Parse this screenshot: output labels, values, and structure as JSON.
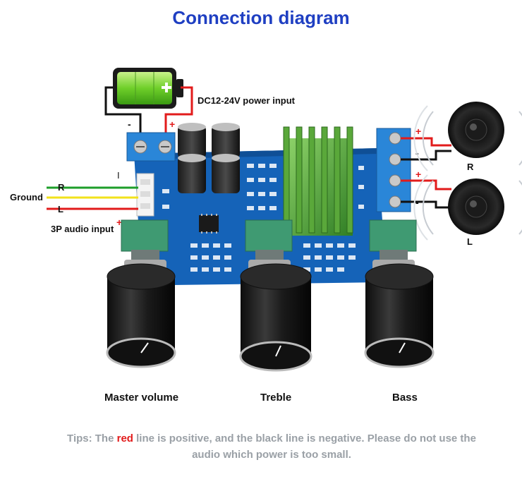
{
  "title": "Connection diagram",
  "power_label": "DC12-24V power input",
  "audio": {
    "right": "R",
    "ground": "Ground",
    "left": "L",
    "input_label": "3P audio input",
    "mark": "I"
  },
  "speakers": {
    "right": "R",
    "left": "L"
  },
  "polarity": {
    "plus": "+",
    "minus": "-"
  },
  "knobs": {
    "master": "Master volume",
    "treble": "Treble",
    "bass": "Bass"
  },
  "tips": {
    "prefix": "Tips: The ",
    "red_word": "red",
    "suffix": " line is positive, and the black line is negative. Please do not use the audio which power is too small."
  },
  "colors": {
    "title": "#1f3fc2",
    "positive": "#e21b1b",
    "negative": "#111111",
    "ground": "#f2e21b",
    "right_channel": "#1e9e2a",
    "pcb": "#1563b8",
    "tips": "#9aa0a6"
  }
}
